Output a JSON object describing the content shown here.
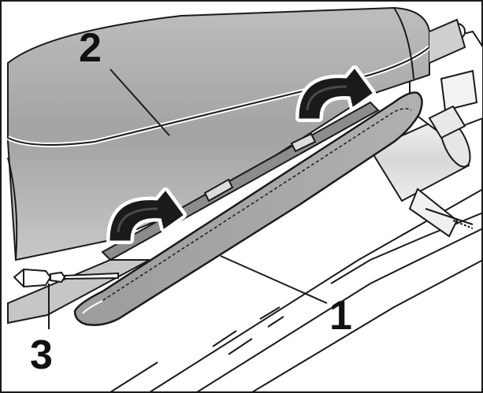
{
  "diagram": {
    "callouts": [
      {
        "id": "callout-1",
        "label": "1"
      },
      {
        "id": "callout-2",
        "label": "2"
      },
      {
        "id": "callout-3",
        "label": "3"
      }
    ],
    "icons": {
      "rotate_arrow_upper": "curved-rotation-arrow-icon",
      "rotate_arrow_lower": "curved-rotation-arrow-icon",
      "screwdriver": "screwdriver-icon"
    },
    "colors": {
      "line": "#1a1a1a",
      "shade_dark": "#8a8a8a",
      "shade_mid": "#b8b8b8",
      "shade_light": "#d9d9d9",
      "background": "#ffffff"
    }
  }
}
